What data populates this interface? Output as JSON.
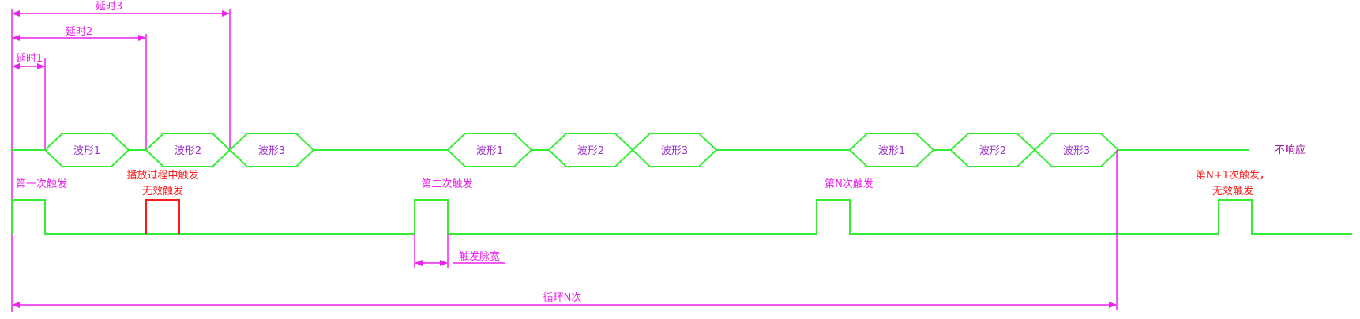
{
  "colors": {
    "signal": "#33ee33",
    "annotation": "#ee22ee",
    "invalid": "#ff1a1a",
    "wave_label": "#9c33cc"
  },
  "delays": {
    "d1": "延时1",
    "d2": "延时2",
    "d3": "延时3"
  },
  "waves": {
    "w1": "波形1",
    "w2": "波形2",
    "w3": "波形3"
  },
  "no_response": "不响应",
  "triggers": {
    "first": "第一次触发",
    "during_line1": "播放过程中触发",
    "during_line2": "无效触发",
    "second": "第二次触发",
    "nth": "第N次触发",
    "n_plus_1_line1": "第N+1次触发，",
    "n_plus_1_line2": "无效触发"
  },
  "pulse_width": "触发脉宽",
  "loop": "循环N次"
}
